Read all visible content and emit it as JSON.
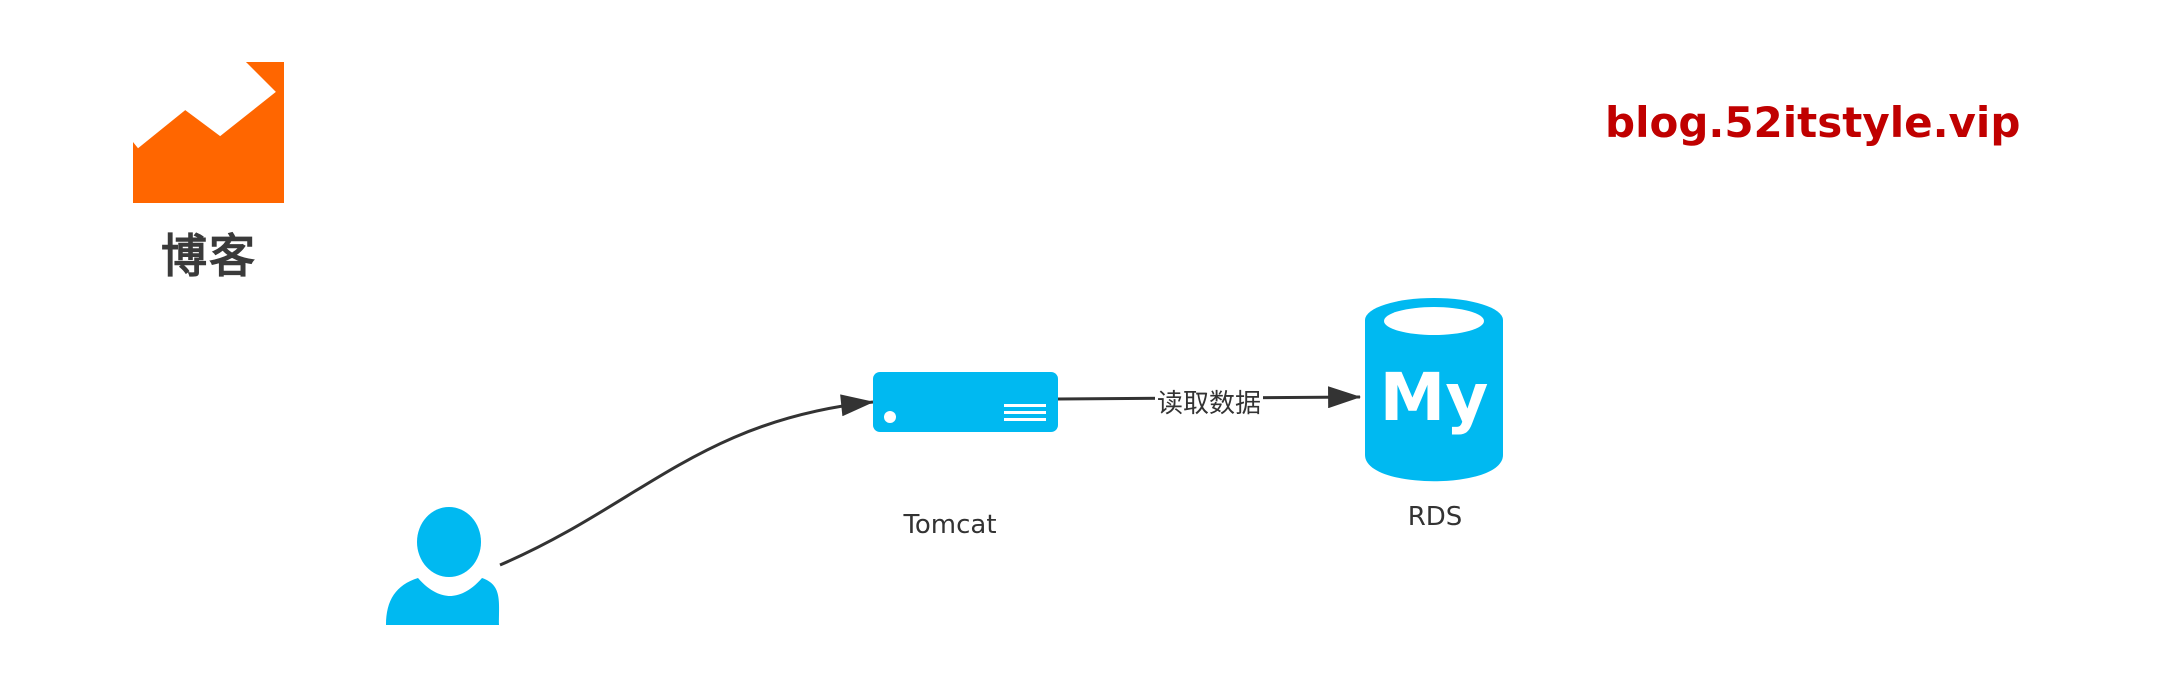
{
  "brand": {
    "label": "博客",
    "logo_icon": "trending-up-chart-icon",
    "logo_color": "#ff6600"
  },
  "site_url": "blog.52itstyle.vip",
  "site_url_color": "#c00000",
  "accent_color": "#00b9f1",
  "edge_color": "#333333",
  "nodes": {
    "user": {
      "icon": "user-icon"
    },
    "tomcat": {
      "label": "Tomcat",
      "icon": "server-icon"
    },
    "rds": {
      "label": "RDS",
      "icon": "mysql-database-icon",
      "icon_text": "My"
    }
  },
  "edges": {
    "user_to_tomcat": {
      "label": ""
    },
    "tomcat_to_rds": {
      "label": "读取数据"
    }
  }
}
